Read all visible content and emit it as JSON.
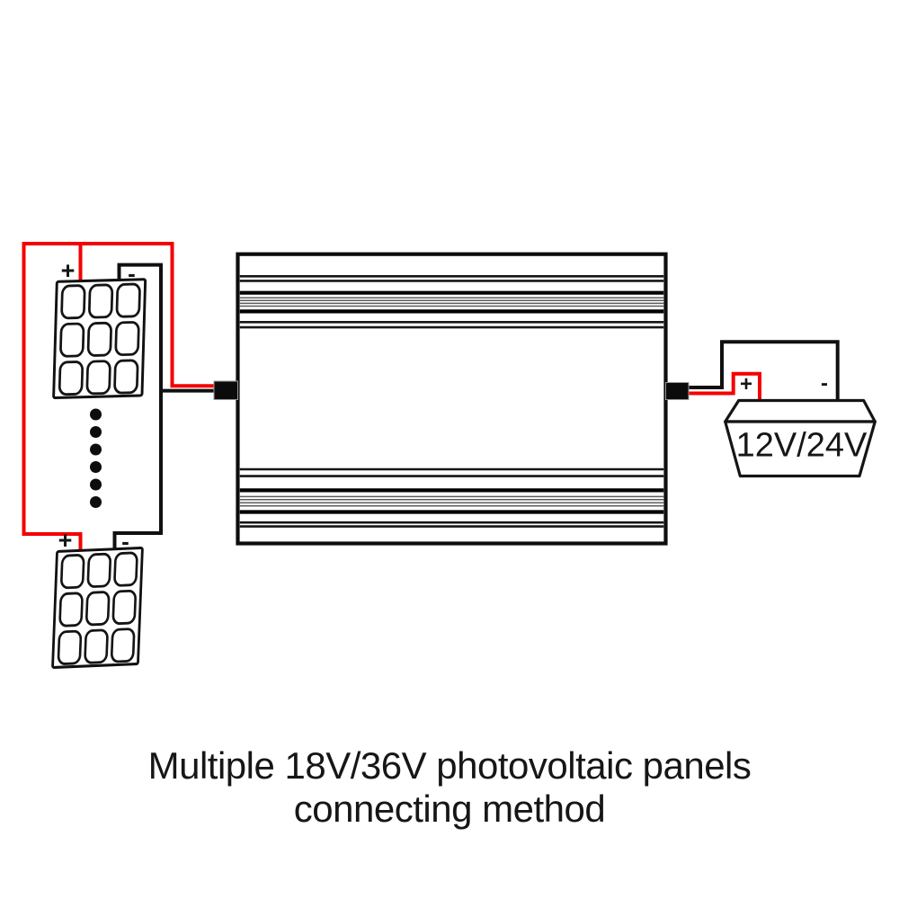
{
  "diagram": {
    "colors": {
      "positive": "#f40000",
      "negative": "#101010"
    },
    "panel_top": {
      "positive": "+",
      "negative": "-"
    },
    "panel_bottom": {
      "positive": "+",
      "negative": "-"
    },
    "panel_cell_grid": "3x3",
    "ellipsis_dot_count": 6,
    "battery": {
      "label": "12V/24V",
      "positive": "+",
      "negative": "-"
    },
    "caption": {
      "line1": "Multiple 18V/36V photovoltaic panels",
      "line2": "connecting method"
    }
  }
}
